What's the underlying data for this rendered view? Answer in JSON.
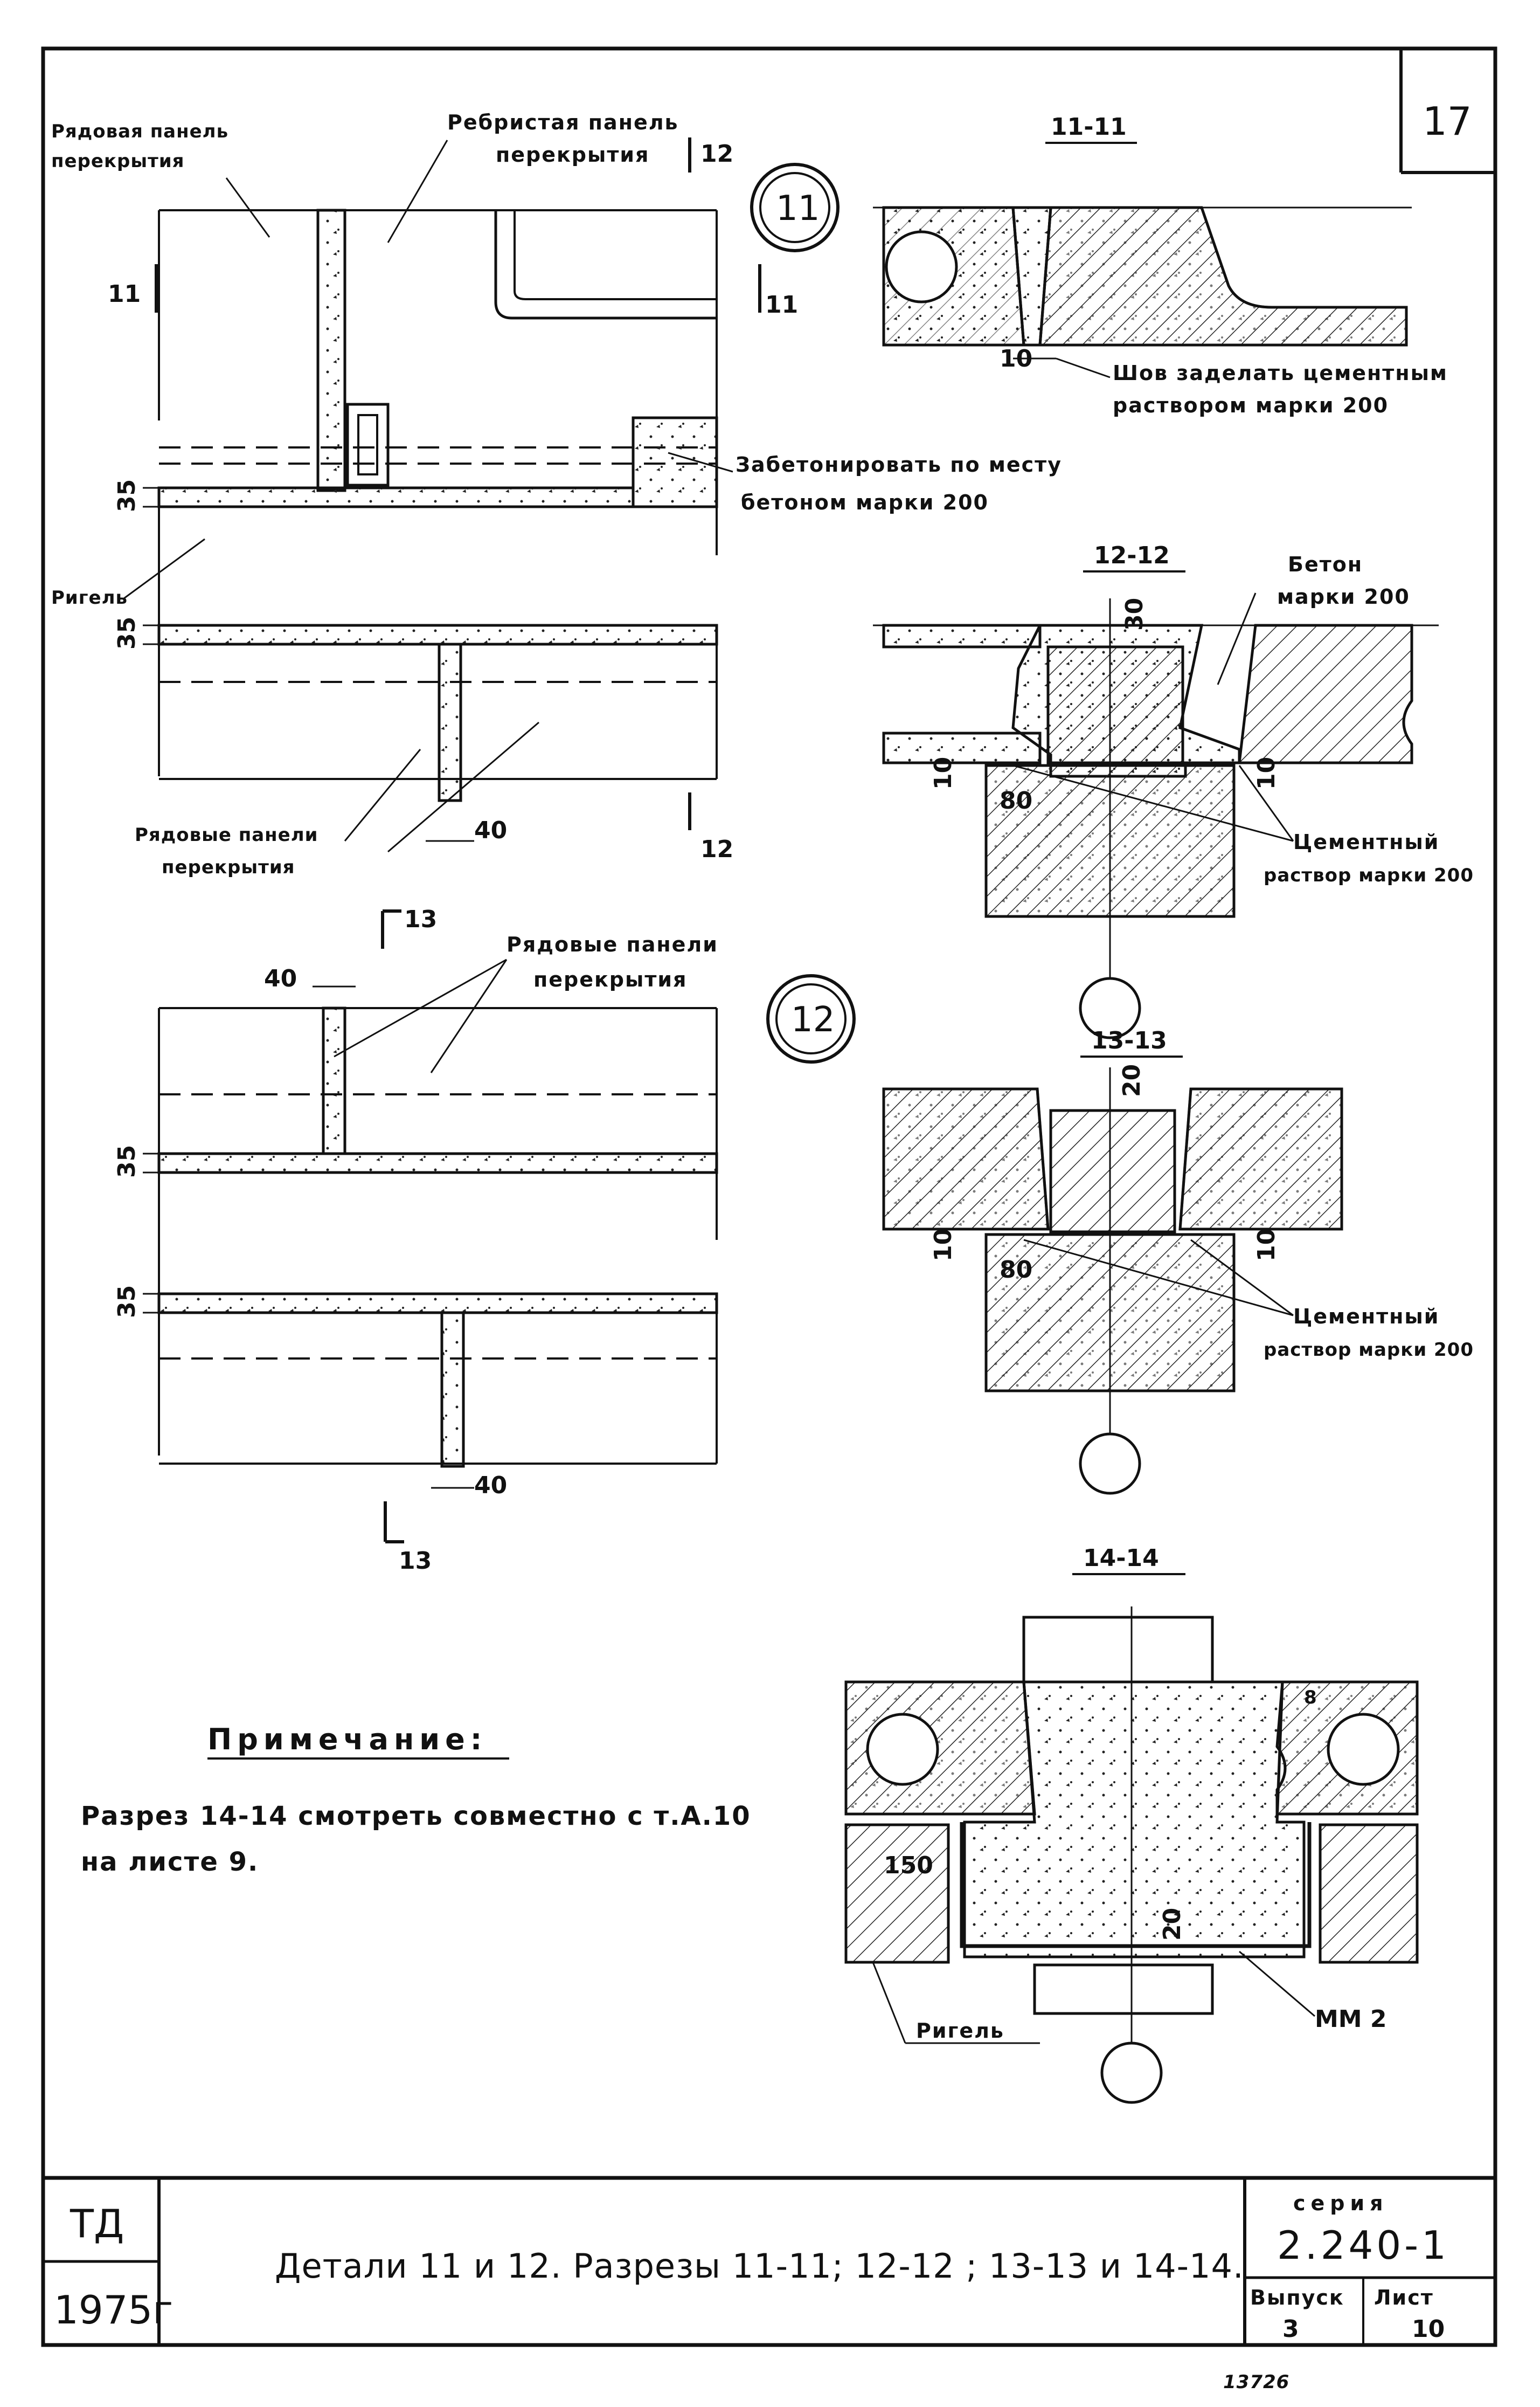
{
  "sheet": {
    "page_number": "17",
    "stamp": "ТД",
    "year": "1975г",
    "title": "Детали 11 и 12. Разрезы 11-11; 12-12 ; 13-13 и 14-14.",
    "series_label": "серия",
    "series_value": "2.240-1",
    "issue_label": "Выпуск",
    "issue_value": "3",
    "sheet_label": "Лист",
    "sheet_value": "10",
    "inventory": "13726"
  },
  "detail11": {
    "marker": "11",
    "label_row_panel": [
      "Рядовая панель",
      "перекрытия"
    ],
    "label_ribbed_panel": [
      "Ребристая панель",
      "перекрытия"
    ],
    "label_concrete_note": [
      "Забетонировать по месту",
      "бетоном марки 200"
    ],
    "label_girder": "Ригель",
    "label_row_panels": [
      "Рядовые панели",
      "перекрытия"
    ],
    "cut_11_left": "11",
    "cut_11_right": "11",
    "cut_12_top": "12",
    "cut_12_bottom": "12",
    "dim_35a": "35",
    "dim_35b": "35",
    "dim_40": "40"
  },
  "detail12": {
    "marker": "12",
    "label_row_panels": [
      "Рядовые панели",
      "перекрытия"
    ],
    "cut_13_top": "13",
    "cut_13_bottom": "13",
    "dim_40_top": "40",
    "dim_40_bottom": "40",
    "dim_35a": "35",
    "dim_35b": "35"
  },
  "section11": {
    "title": "11-11",
    "dim_10": "10",
    "note": [
      "Шов заделать цементным",
      "раствором марки 200"
    ]
  },
  "section12": {
    "title": "12-12",
    "dim_30": "30",
    "dim_80": "80",
    "dim_10_left": "10",
    "dim_10_right": "10",
    "label_concrete": [
      "Бетон",
      "марки 200"
    ],
    "label_mortar": [
      "Цементный",
      "раствор марки 200"
    ]
  },
  "section13": {
    "title": "13-13",
    "dim_20": "20",
    "dim_80": "80",
    "dim_10_left": "10",
    "dim_10_right": "10",
    "label_mortar": [
      "Цементный",
      "раствор марки 200"
    ]
  },
  "section14": {
    "title": "14-14",
    "dim_150": "150",
    "dim_20": "20",
    "dim_8": "8",
    "label_mm2": "ММ 2",
    "label_girder": "Ригель"
  },
  "note": {
    "heading": "Примечание:",
    "lines": [
      "Разрез 14-14 смотреть совместно с т.А.10",
      "на листе 9."
    ]
  }
}
